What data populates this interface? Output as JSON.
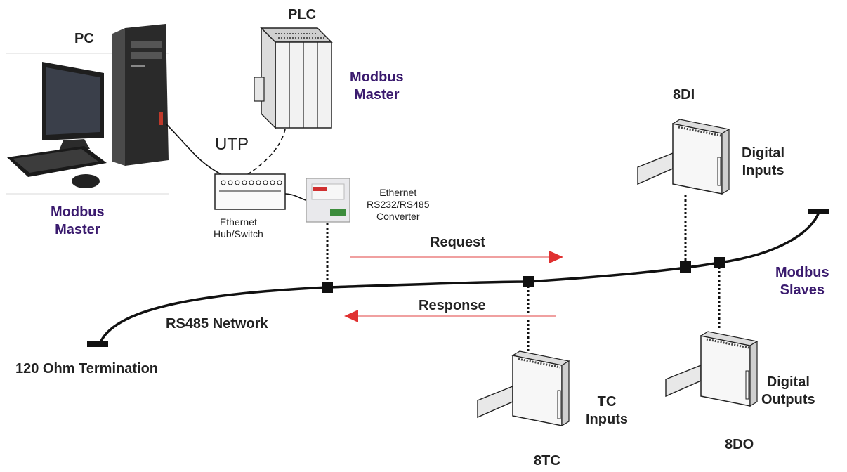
{
  "nodes": {
    "pc": {
      "label": "PC",
      "role": "Modbus\nMaster"
    },
    "plc": {
      "label": "PLC",
      "role": "Modbus\nMaster"
    },
    "utp": "UTP",
    "hub": "Ethernet\nHub/Switch",
    "converter": "Ethernet\nRS232/RS485\nConverter",
    "di": {
      "label": "8DI",
      "desc": "Digital\nInputs"
    },
    "tc": {
      "label": "8TC",
      "desc": "TC\nInputs"
    },
    "do": {
      "label": "8DO",
      "desc": "Digital\nOutputs"
    },
    "slaves": "Modbus\nSlaves"
  },
  "network": {
    "label": "RS485 Network",
    "termination": "120 Ohm Termination"
  },
  "flows": {
    "request": "Request",
    "response": "Response"
  },
  "colors": {
    "accent": "#3a1a6e",
    "arrow": "#e03030",
    "line": "#111111"
  }
}
